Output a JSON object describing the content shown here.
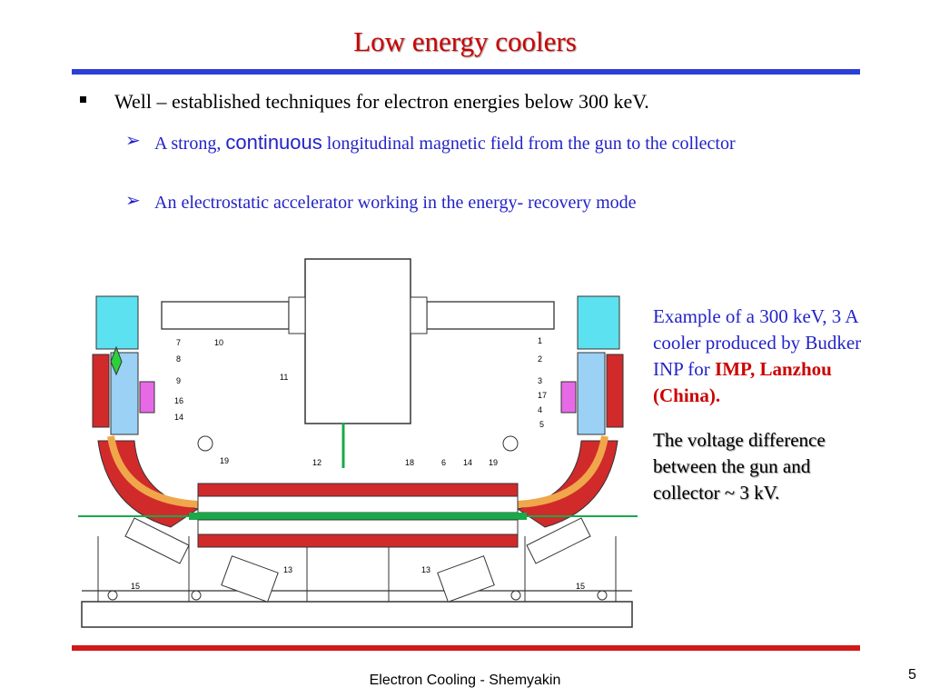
{
  "slide": {
    "title": "Low energy coolers",
    "bullet": "Well – established techniques for electron energies below 300 keV.",
    "subs": [
      {
        "pre": "A strong, ",
        "em": "continuous",
        "post": " longitudinal magnetic field from the gun to the collector"
      },
      {
        "text": "An electrostatic accelerator working in the energy- recovery mode"
      }
    ],
    "side_note": {
      "pre": "Example of a 300 keV, 3 A cooler produced by Budker INP for ",
      "strong": "IMP, Lanzhou (China).",
      "second": "The voltage difference between the gun and collector ~ 3 kV."
    },
    "footer": "Electron Cooling - Shemyakin",
    "page_number": "5"
  },
  "diagram": {
    "labels": [
      "7",
      "10",
      "8",
      "9",
      "16",
      "14",
      "11",
      "1",
      "2",
      "3",
      "17",
      "4",
      "5",
      "19",
      "12",
      "18",
      "6",
      "14",
      "19",
      "13",
      "13",
      "15",
      "15"
    ]
  },
  "colors": {
    "title": "#cc0000",
    "rule_top": "#2b3ed6",
    "rule_bottom": "#d11919",
    "sub_text": "#2323c8",
    "solenoid_red": "#d12a2a",
    "cyan": "#5ce1f0",
    "orange": "#f0a64a",
    "green": "#1aa84a"
  }
}
